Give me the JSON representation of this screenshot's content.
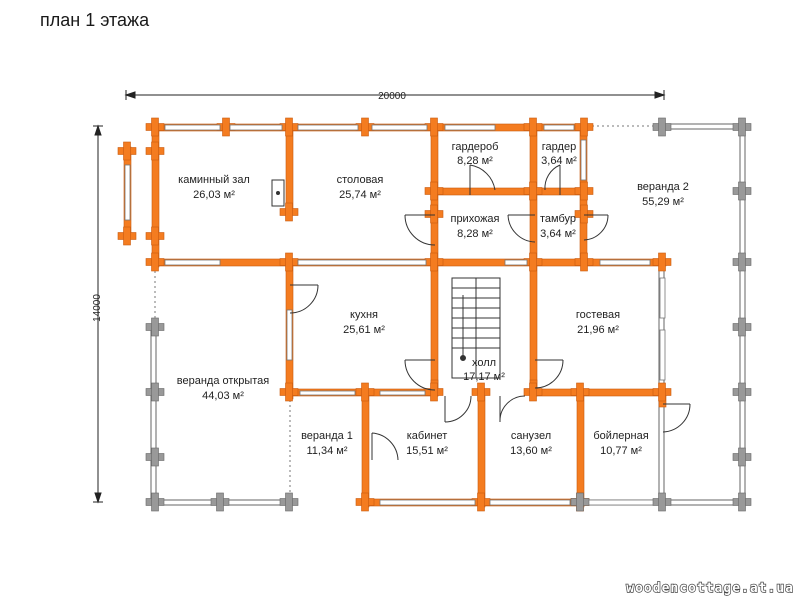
{
  "title": "план 1 этажа",
  "dimensions": {
    "width": "20000",
    "height": "14000"
  },
  "rooms": [
    {
      "id": "kaminnyj-zal",
      "name": "каминный зал",
      "area": "26,03 м²"
    },
    {
      "id": "stolovaya",
      "name": "столовая",
      "area": "25,74 м²"
    },
    {
      "id": "garderob",
      "name": "гардероб",
      "area": "8,28 м²"
    },
    {
      "id": "garder",
      "name": "гардер",
      "area": "3,64 м²"
    },
    {
      "id": "veranda-2",
      "name": "веранда 2",
      "area": "55,29 м²"
    },
    {
      "id": "prikhozhaya",
      "name": "прихожая",
      "area": "8,28 м²"
    },
    {
      "id": "tambur",
      "name": "тамбур",
      "area": "3,64 м²"
    },
    {
      "id": "kukhnya",
      "name": "кухня",
      "area": "25,61 м²"
    },
    {
      "id": "gostevaya",
      "name": "гостевая",
      "area": "21,96 м²"
    },
    {
      "id": "kholl",
      "name": "холл",
      "area": "17,17 м²"
    },
    {
      "id": "veranda-otkrytaya",
      "name": "веранда открытая",
      "area": "44,03 м²"
    },
    {
      "id": "veranda-1",
      "name": "веранда 1",
      "area": "11,34 м²"
    },
    {
      "id": "kabinet",
      "name": "кабинет",
      "area": "15,51 м²"
    },
    {
      "id": "sanuzel",
      "name": "санузел",
      "area": "13,60 м²"
    },
    {
      "id": "bojlernaya",
      "name": "бойлерная",
      "area": "10,77 м²"
    }
  ],
  "watermark": "woodencottage.at.ua",
  "colors": {
    "wall": "#f47c20",
    "terrace_post": "#999999",
    "window": "#ffffff",
    "outline": "#555555"
  }
}
